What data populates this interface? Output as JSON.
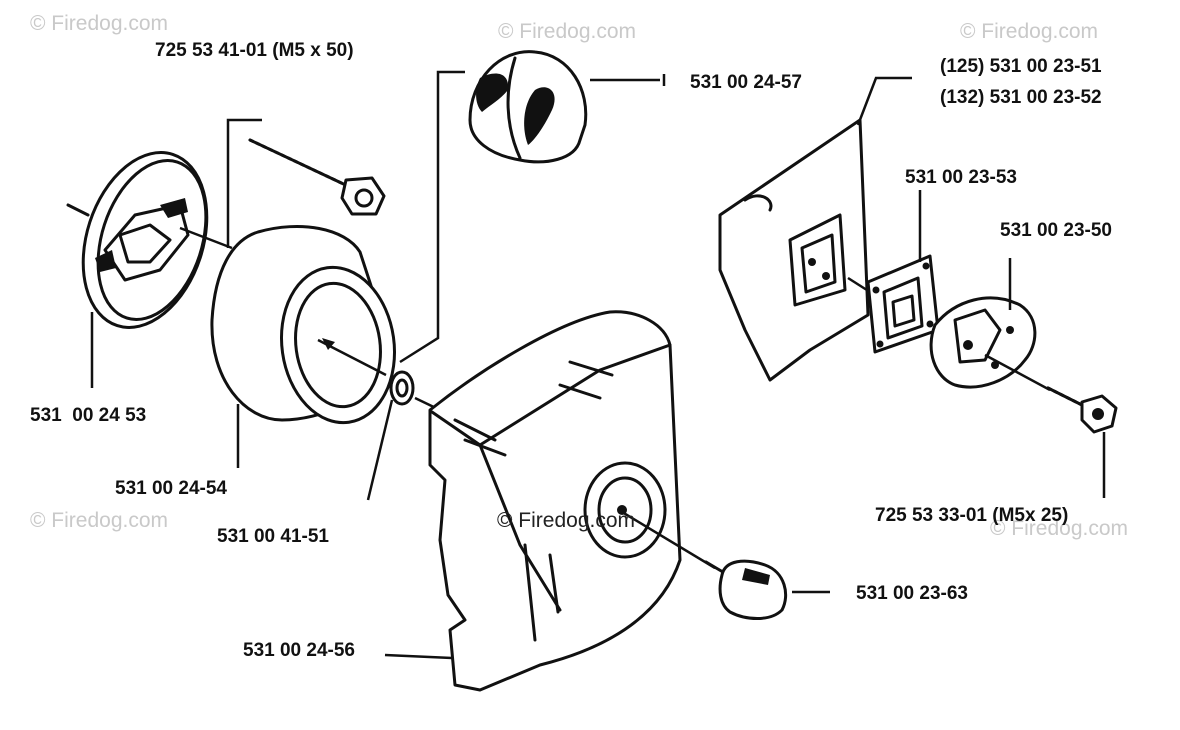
{
  "watermarks": {
    "top_left": "© Firedog.com",
    "top_center": "© Firedog.com",
    "top_right": "© Firedog.com",
    "mid_left": "© Firedog.com",
    "mid_right": "© Firedog.com",
    "center": "© Firedog.com"
  },
  "parts": {
    "screw_m5x50": "725 53 41-01 (M5 x 50)",
    "cap_top": "531 00 24-57",
    "gasket_125": "(125) 531 00 23-51",
    "gasket_132": "(132) 531 00 23-52",
    "plate": "531 00 23-53",
    "holder": "531  00 23-50",
    "filter_housing": "531  00 24 53",
    "air_filter": "531 00 24-54",
    "washer": "531 00 41-51",
    "screw_m5x25": "725 53 33-01 (M5x 25)",
    "knob": "531 00 23-63",
    "cover": "531 00 24-56"
  },
  "colors": {
    "ink": "#111111",
    "watermark": "#c9c9c9",
    "background": "#ffffff"
  }
}
